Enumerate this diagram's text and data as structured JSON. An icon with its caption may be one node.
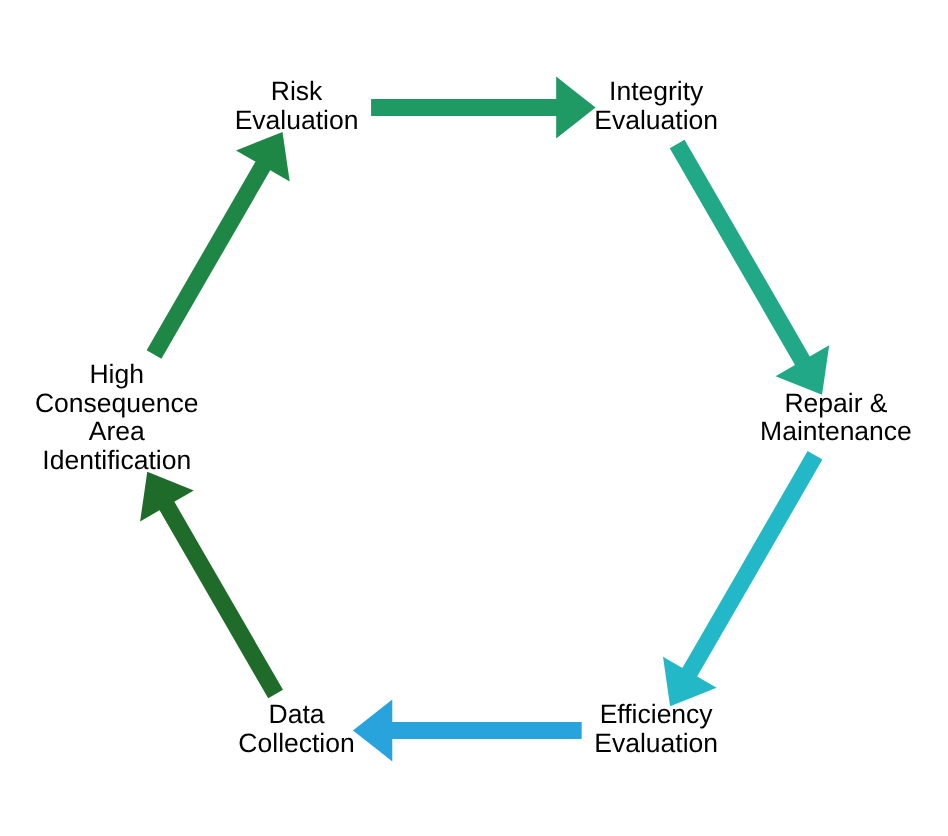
{
  "diagram": {
    "nodes": [
      {
        "text": [
          "Efficiency Evaluation"
        ]
      },
      {
        "text": [
          "Data Collection"
        ]
      },
      {
        "text": [
          "High Consequence Area Identification"
        ]
      },
      {
        "text": [
          "Risk Evaluation"
        ]
      },
      {
        "text": [
          "Integrity Evaluation"
        ]
      },
      {
        "text": [
          "Repair & Maintenance"
        ]
      }
    ],
    "edges": [
      {
        "from": 0,
        "to": 1,
        "arrow": "to",
        "color": "#29a3dc"
      },
      {
        "from": 1,
        "to": 2,
        "arrow": "to",
        "color": "#1e6b2a"
      },
      {
        "from": 2,
        "to": 3,
        "arrow": "to",
        "color": "#1f8746"
      },
      {
        "from": 3,
        "to": 4,
        "arrow": "to",
        "color": "#1f9a64"
      },
      {
        "from": 4,
        "to": 5,
        "arrow": "to",
        "color": "#21a886"
      },
      {
        "from": 5,
        "to": 0,
        "arrow": "to",
        "color": "#22b8c8"
      }
    ]
  }
}
